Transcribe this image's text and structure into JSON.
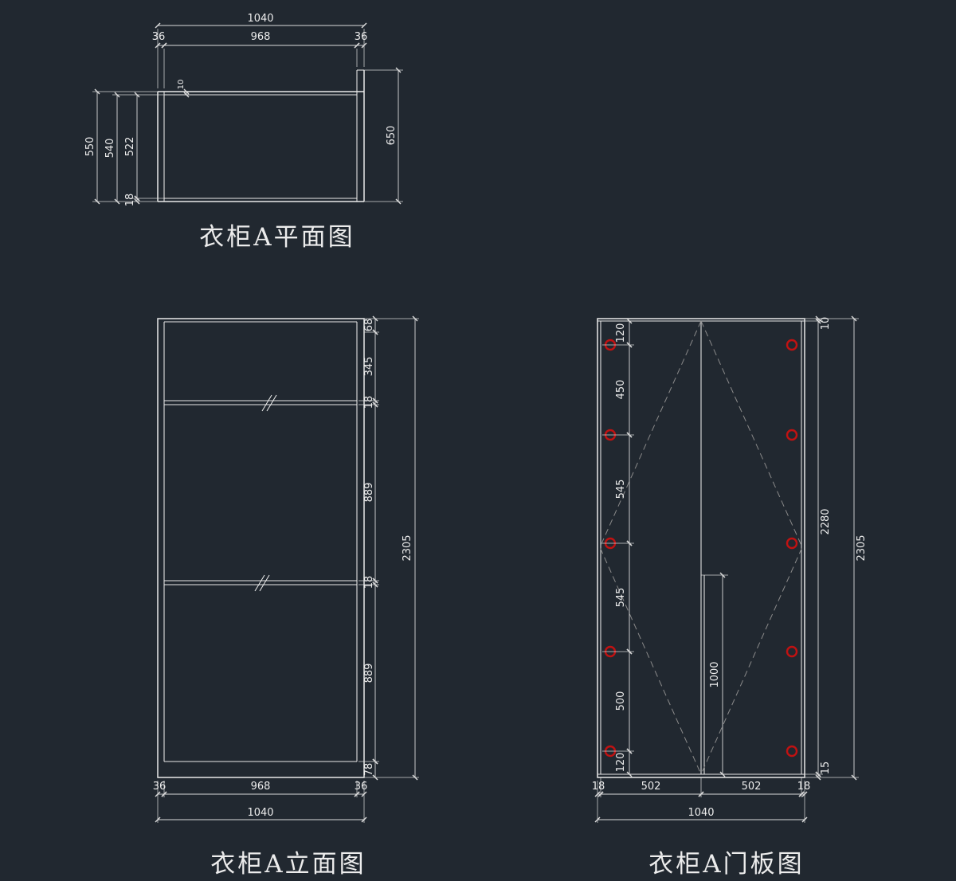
{
  "colors": {
    "bg": "#212830",
    "line": "#e9e9e9",
    "dim": "#dcdcdc",
    "text": "#ececec",
    "dash": "#8a8a8a",
    "hinge": "#c01212"
  },
  "plan": {
    "title": "衣柜A平面图",
    "dims": {
      "overall_width": "1040",
      "chain_top": [
        "36",
        "968",
        "36"
      ],
      "depth_overall": "550",
      "depth_body": "540",
      "depth_inner": "522",
      "front_thickness": "18",
      "back_gap": "10",
      "side_depth": "650"
    }
  },
  "elevation": {
    "title": "衣柜A立面图",
    "dims": {
      "chain_right": [
        "68",
        "345",
        "18",
        "889",
        "18",
        "889",
        "78"
      ],
      "overall_height": "2305",
      "chain_bottom": [
        "36",
        "968",
        "36"
      ],
      "overall_width": "1040"
    }
  },
  "door": {
    "title": "衣柜A门板图",
    "dims": {
      "chain_hinge": [
        "120",
        "450",
        "545",
        "545",
        "500",
        "120"
      ],
      "handle_length": "1000",
      "top_gap": "10",
      "door_height": "2280",
      "bottom_gap": "15",
      "overall_height": "2305",
      "chain_bottom": [
        "18",
        "502",
        "502",
        "18"
      ],
      "overall_width": "1040"
    }
  }
}
